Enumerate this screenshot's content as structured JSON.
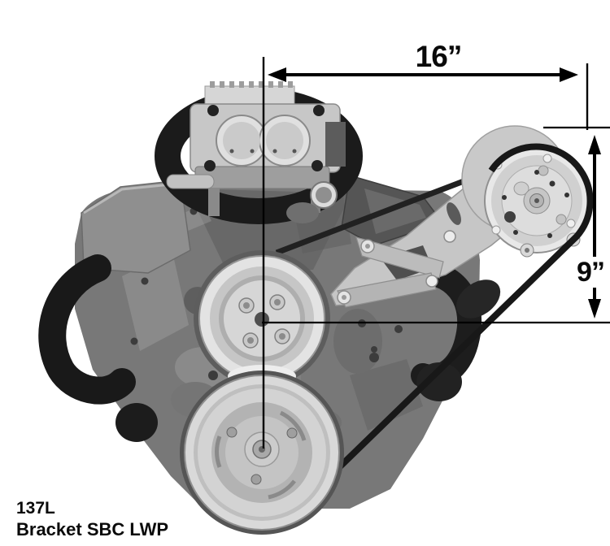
{
  "annotations": {
    "horizontal_dimension": "16”",
    "vertical_dimension": "9”"
  },
  "caption": {
    "part_number": "137L",
    "part_name": "Bracket SBC LWP"
  },
  "figure": {
    "subject": "Front view of a small block Chevy V8 engine with an A/C compressor mounted on an aluminum bracket, dimensioned from carburetor centerline and crankshaft centerline"
  },
  "colors": {
    "background": "#ffffff",
    "dimension_line": "#000000",
    "text": "#0a0a0a"
  }
}
